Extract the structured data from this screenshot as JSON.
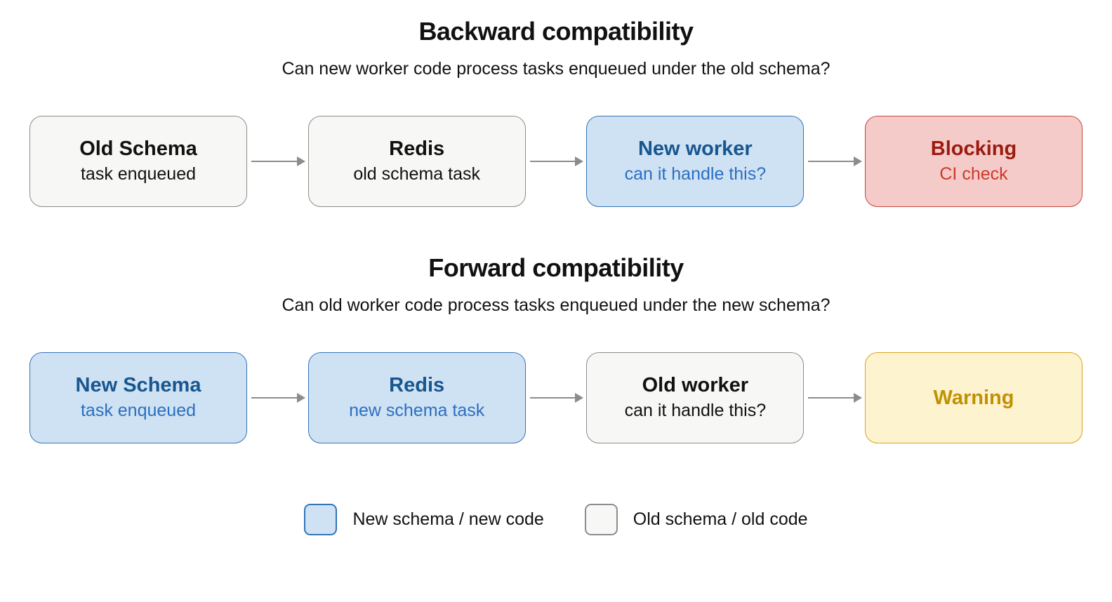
{
  "backward": {
    "title": "Backward compatibility",
    "subtitle": "Can new worker code process tasks enqueued under the old schema?",
    "nodes": [
      {
        "title": "Old Schema",
        "subtitle": "task enqueued"
      },
      {
        "title": "Redis",
        "subtitle": "old schema task"
      },
      {
        "title": "New worker",
        "subtitle": "can it handle this?"
      },
      {
        "title": "Blocking",
        "subtitle": "CI check"
      }
    ]
  },
  "forward": {
    "title": "Forward compatibility",
    "subtitle": "Can old worker code process tasks enqueued under the new schema?",
    "nodes": [
      {
        "title": "New Schema",
        "subtitle": "task enqueued"
      },
      {
        "title": "Redis",
        "subtitle": "new schema task"
      },
      {
        "title": "Old worker",
        "subtitle": "can it handle this?"
      },
      {
        "title": "Warning",
        "subtitle": ""
      }
    ]
  },
  "legend": {
    "items": [
      {
        "label": "New schema / new code",
        "swatch": "new"
      },
      {
        "label": "Old schema / old code",
        "swatch": "old"
      }
    ]
  },
  "colors": {
    "old_bg": "#f7f7f5",
    "old_border": "#8c8c8c",
    "new_bg": "#cfe2f4",
    "new_border": "#3474b6",
    "new_title": "#17568f",
    "new_text": "#2b6fc0",
    "blocking_bg": "#f5cbc9",
    "blocking_border": "#c5473a",
    "blocking_title": "#9c1a10",
    "blocking_text": "#cc3a2b",
    "warning_bg": "#fdf3ce",
    "warning_border": "#d9a420",
    "warning_text": "#c19104",
    "arrow": "#8c8c8c",
    "text": "#111111"
  }
}
